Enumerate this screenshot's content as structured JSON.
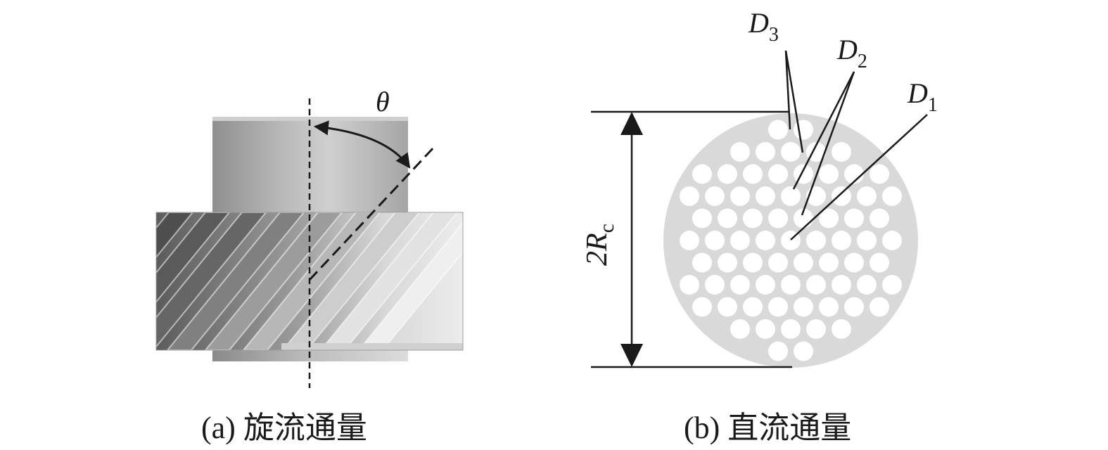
{
  "panel_a": {
    "caption": "(a) 旋流通量",
    "angle_label": "θ"
  },
  "panel_b": {
    "caption": "(b) 直流通量",
    "diameter_label": {
      "main": "2R",
      "sub": "c"
    },
    "callouts": [
      {
        "main": "D",
        "sub": "3"
      },
      {
        "main": "D",
        "sub": "2"
      },
      {
        "main": "D",
        "sub": "1"
      }
    ]
  },
  "colors": {
    "ink": "#1a1a1a",
    "plate": "#d9d9d9",
    "hole": "#ffffff"
  }
}
